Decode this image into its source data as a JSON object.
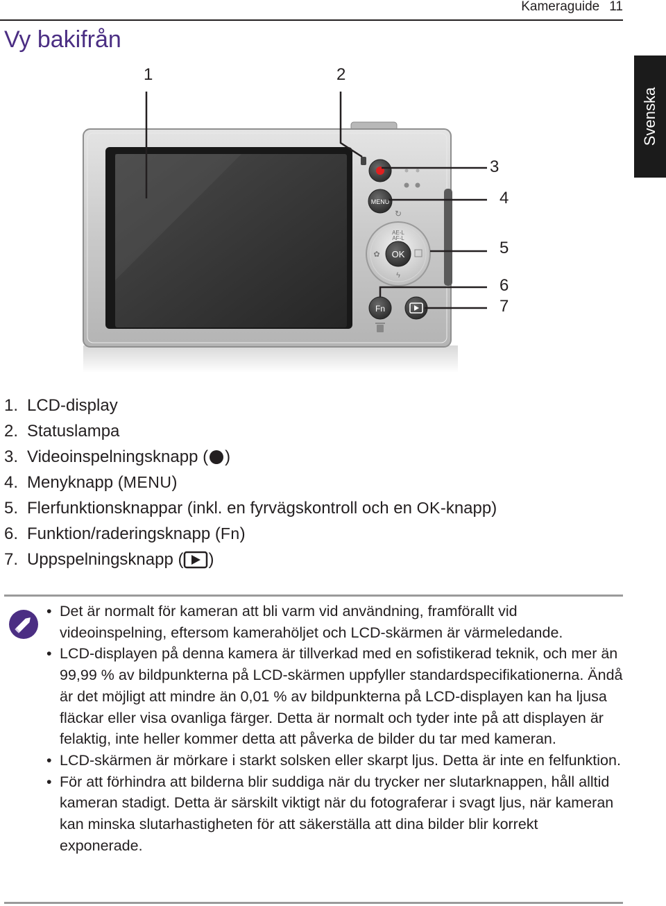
{
  "header": {
    "section": "Kameraguide",
    "page": "11"
  },
  "title": "Vy bakifrån",
  "language_tab": "Svenska",
  "figure": {
    "callouts": [
      "1",
      "2",
      "3",
      "4",
      "5",
      "6",
      "7"
    ],
    "button_labels": {
      "menu": "MENU",
      "ok": "OK",
      "fn": "Fn",
      "ae_l": "AE-L",
      "af_l": "AF-L"
    }
  },
  "legend": [
    {
      "num": "1.",
      "text": "LCD-display"
    },
    {
      "num": "2.",
      "text": "Statuslampa"
    },
    {
      "num": "3.",
      "text": "Videoinspelningsknapp (",
      "suffix": ")",
      "icon": "record-dot-icon"
    },
    {
      "num": "4.",
      "text": "Menyknapp (",
      "symbol": "MENU",
      "suffix": ")"
    },
    {
      "num": "5.",
      "text": "Flerfunktionsknappar (inkl. en fyrvägskontroll och en ",
      "symbol": "OK",
      "suffix": "-knapp)"
    },
    {
      "num": "6.",
      "text": "Funktion/raderingsknapp (",
      "symbol": "Fn",
      "suffix": ")"
    },
    {
      "num": "7.",
      "text": "Uppspelningsknapp (",
      "suffix": ")",
      "icon": "playback-icon"
    }
  ],
  "notes": [
    "Det är normalt för kameran att bli varm vid användning, framförallt vid videoinspelning, eftersom kamerahöljet och LCD-skärmen är värmeledande.",
    "LCD-displayen på denna kamera är tillverkad med en sofistikerad teknik, och mer än 99,99 % av bildpunkterna på LCD-skärmen uppfyller standardspecifikationerna. Ändå är det möjligt att mindre än 0,01 % av bildpunkterna på LCD-displayen kan ha ljusa fläckar eller visa ovanliga färger. Detta är normalt och tyder inte på att displayen är felaktig, inte heller kommer detta att påverka de bilder du tar med kameran.",
    "LCD-skärmen är mörkare i starkt solsken eller skarpt ljus. Detta är inte en felfunktion.",
    "För att förhindra att bilderna blir suddiga när du trycker ner slutarknappen, håll alltid kameran stadigt. Detta är särskilt viktigt när du fotograferar i svagt ljus, när kameran kan minska slutarhastigheten för att säkerställa att dina bilder blir korrekt exponerade."
  ]
}
